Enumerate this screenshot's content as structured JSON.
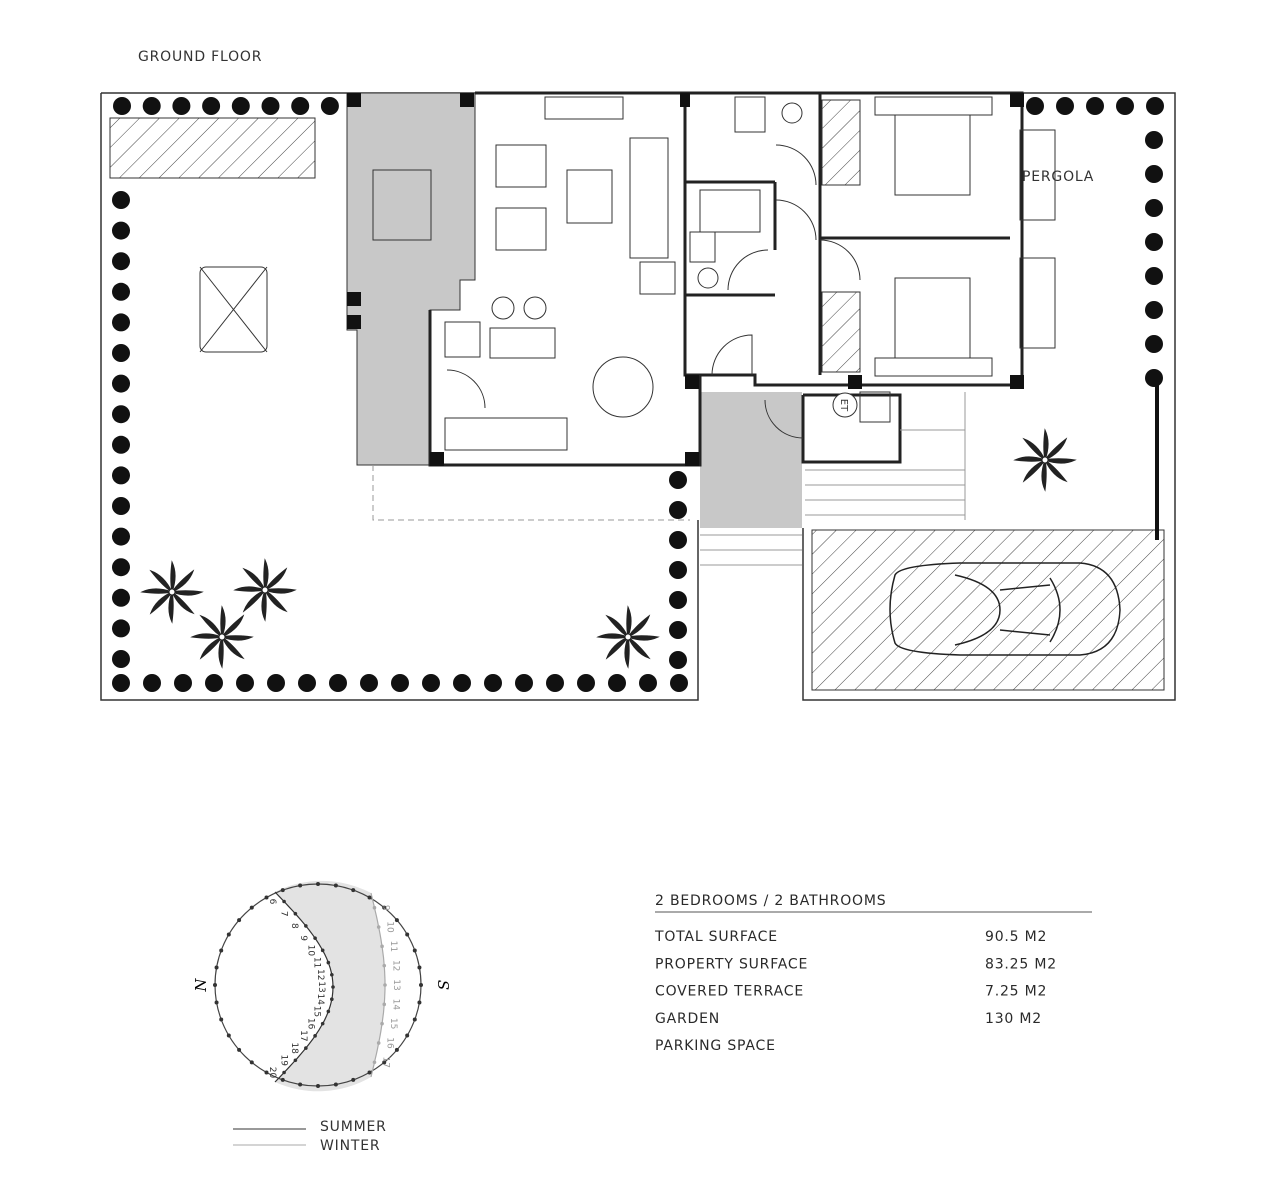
{
  "plan": {
    "title": "GROUND FLOOR",
    "pergola_label": "PERGOLA",
    "meter_label": "ET"
  },
  "summary": {
    "header": "2 BEDROOMS / 2 BATHROOMS",
    "rows": [
      {
        "label": "TOTAL SURFACE",
        "value": "90.5 M2"
      },
      {
        "label": "PROPERTY SURFACE",
        "value": "83.25 M2"
      },
      {
        "label": "COVERED TERRACE",
        "value": "7.25 M2"
      },
      {
        "label": "GARDEN",
        "value": "130 M2"
      },
      {
        "label": "PARKING SPACE",
        "value": ""
      }
    ]
  },
  "sun_diagram": {
    "north": "N",
    "south": "S",
    "summer_hours": [
      "6",
      "7",
      "8",
      "9",
      "10",
      "11",
      "12",
      "13",
      "14",
      "15",
      "16",
      "17",
      "18",
      "19",
      "20"
    ],
    "winter_hours": [
      "9",
      "10",
      "11",
      "12",
      "13",
      "14",
      "15",
      "16",
      "17"
    ],
    "legend": [
      {
        "label": "SUMMER",
        "color": "#333333"
      },
      {
        "label": "WINTER",
        "color": "#aaaaaa"
      }
    ],
    "shade_color": "#e3e3e3"
  },
  "colors": {
    "terrace": "#c8c8c8",
    "wall": "#111111",
    "line": "#333333"
  }
}
